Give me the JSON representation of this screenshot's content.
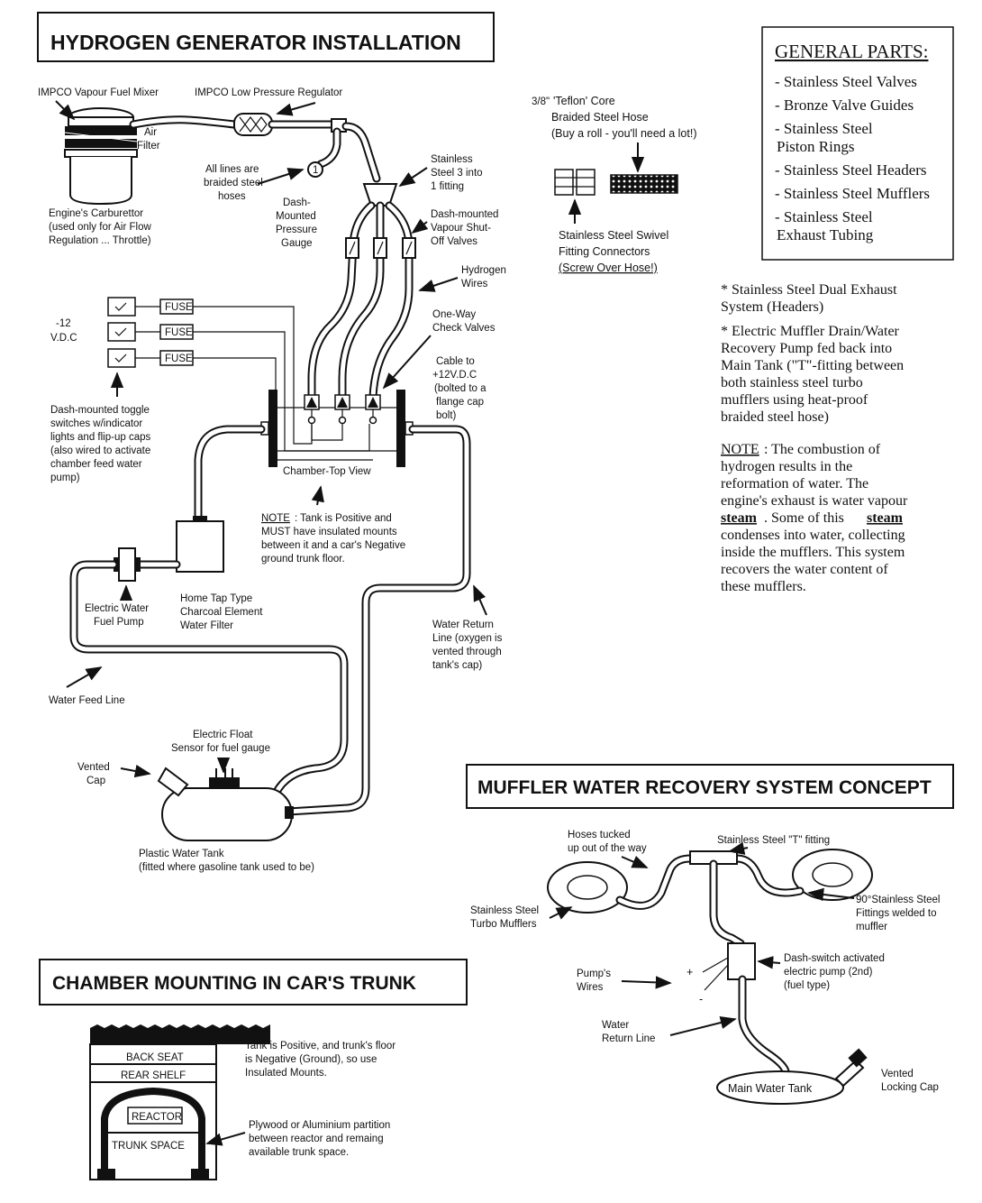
{
  "titles": {
    "main": "HYDROGEN GENERATOR INSTALLATION",
    "general_parts": "GENERAL PARTS:",
    "muffler": "MUFFLER WATER RECOVERY SYSTEM CONCEPT",
    "chamber": "CHAMBER MOUNTING IN CAR'S TRUNK"
  },
  "general_parts": [
    "- Stainless Steel Valves",
    "- Bronze Valve Guides",
    "- Stainless Steel",
    "Piston Rings",
    "- Stainless Steel Headers",
    "- Stainless Steel Mufflers",
    "- Stainless Steel",
    "Exhaust Tubing"
  ],
  "hose_legend": {
    "fraction": "3/8\"",
    "line1": "'Teflon' Core",
    "line2": "Braided Steel Hose",
    "line3": "(Buy a roll - you'll need a lot!)",
    "swivel1": "Stainless Steel Swivel",
    "swivel2": "Fitting Connectors",
    "swivel3": "(Screw Over Hose!)"
  },
  "notes_right": {
    "n1": [
      "* Stainless Steel Dual Exhaust",
      "System (Headers)"
    ],
    "n2": [
      "* Electric Muffler Drain/Water",
      "Recovery Pump fed back into",
      "Main Tank (\"T\"-fitting between",
      "both stainless steel turbo",
      "mufflers using heat-proof",
      "braided steel hose)"
    ],
    "note_head": "NOTE",
    "note": [
      ": The combustion of",
      "hydrogen results in the",
      "reformation of water. The",
      "engine's exhaust is water vapour",
      "steam",
      ". Some of this ",
      "steam",
      "condenses into water, collecting",
      "inside the mufflers. This system",
      "recovers the water content of",
      "these mufflers."
    ]
  },
  "labels": {
    "mixer": "IMPCO Vapour Fuel Mixer",
    "regulator": "IMPCO Low Pressure Regulator",
    "air_filter": [
      "Air",
      "Filter"
    ],
    "carb": [
      "Engine's Carburettor",
      "(used only for Air Flow",
      "Regulation ... Throttle)"
    ],
    "lines": [
      "All lines are",
      "braided steel",
      "hoses"
    ],
    "gauge_num": "1",
    "gauge": [
      "Dash-",
      "Mounted",
      "Pressure",
      "Gauge"
    ],
    "fitting": [
      "Stainless",
      "Steel 3 into",
      "1 fitting"
    ],
    "shutoff": [
      "Dash-mounted",
      "Vapour Shut-",
      "Off Valves"
    ],
    "h2wires": [
      "Hydrogen",
      "Wires"
    ],
    "check": [
      "One-Way",
      "Check Valves"
    ],
    "cable": [
      "Cable to",
      "+12V.D.C",
      "(bolted to a",
      "flange cap",
      "bolt)"
    ],
    "fuse": "FUSE",
    "volt": [
      "-12",
      "V.D.C"
    ],
    "toggle": [
      "Dash-mounted toggle",
      "switches w/indicator",
      "lights and flip-up caps",
      "(also wired to activate",
      "chamber feed water",
      "pump)"
    ],
    "chamber_top": "Chamber-Top View",
    "tank_note_head": "NOTE",
    "tank_note": [
      ": Tank is Positive and",
      "MUST have insulated mounts",
      "between it and a car's Negative",
      "ground trunk floor."
    ],
    "pump": [
      "Electric Water",
      "Fuel Pump"
    ],
    "filter": [
      "Home Tap Type",
      "Charcoal Element",
      "Water Filter"
    ],
    "return": [
      "Water Return",
      "Line (oxygen is",
      "vented through",
      "tank's cap)"
    ],
    "feed": "Water Feed Line",
    "float": [
      "Electric Float",
      "Sensor for fuel gauge"
    ],
    "vented": [
      "Vented",
      "Cap"
    ],
    "tank": [
      "Plastic Water Tank",
      "(fitted where gasoline tank used to be)"
    ]
  },
  "muffler": {
    "hoses": [
      "Hoses tucked",
      "up out of the way"
    ],
    "tfit": "Stainless Steel \"T\" fitting",
    "turbo": [
      "Stainless Steel",
      "Turbo Mufflers"
    ],
    "fittings": [
      "90°Stainless Steel",
      "Fittings welded to",
      "muffler"
    ],
    "pumpwires": [
      "Pump's",
      "Wires"
    ],
    "plus": "+",
    "minus": "-",
    "dashpump": [
      "Dash-switch activated",
      "electric pump (2nd)",
      "(fuel type)"
    ],
    "return": [
      "Water",
      "Return Line"
    ],
    "tank": "Main Water Tank",
    "cap": [
      "Vented",
      "Locking Cap"
    ]
  },
  "trunk": {
    "backseat": "BACK SEAT",
    "shelf": "REAR SHELF",
    "reactor": "REACTOR",
    "space": "TRUNK SPACE",
    "note1": [
      "Tank is Positive, and trunk's floor",
      "is Negative (Ground), so use",
      "Insulated Mounts."
    ],
    "note2": [
      "Plywood or Aluminium partition",
      "between reactor and remaing",
      "available trunk space."
    ]
  }
}
